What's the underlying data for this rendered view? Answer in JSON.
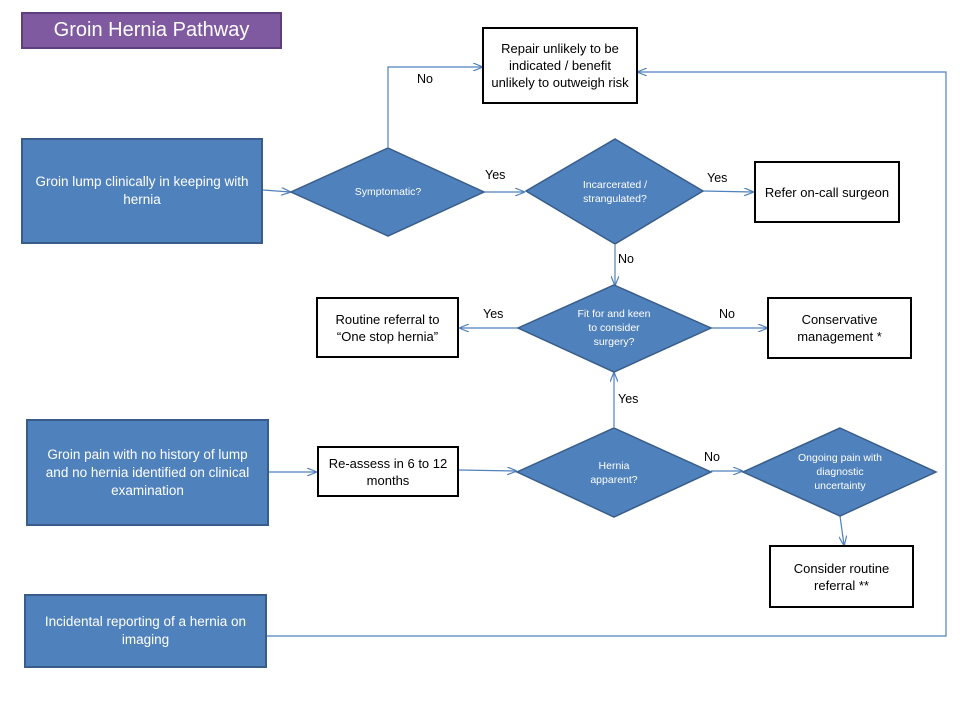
{
  "title": "Groin Hernia Pathway",
  "boxes": {
    "groin_lump": "Groin lump clinically in keeping with hernia",
    "groin_pain": "Groin pain with no history of lump and no hernia identified on clinical examination",
    "incidental": "Incidental reporting of a hernia on imaging",
    "repair_unlikely": "Repair unlikely to be indicated / benefit unlikely to outweigh risk",
    "refer_oncall": "Refer on-call surgeon",
    "routine_onestop": "Routine referral to “One stop hernia”",
    "conservative": "Conservative management *",
    "reassess": "Re-assess in 6 to 12 months",
    "consider_routine": "Consider routine referral **"
  },
  "decisions": {
    "symptomatic": "Symptomatic?",
    "incarcerated": "Incarcerated / strangulated?",
    "fit_keen": "Fit for and keen to consider surgery?",
    "hernia_apparent": "Hernia apparent?",
    "ongoing_pain": "Ongoing pain with diagnostic uncertainty"
  },
  "edges": {
    "symptomatic_no": "No",
    "symptomatic_yes": "Yes",
    "incarcerated_yes": "Yes",
    "incarcerated_no": "No",
    "fit_yes": "Yes",
    "fit_no": "No",
    "hernia_yes": "Yes",
    "hernia_no": "No"
  },
  "colors": {
    "blue_fill": "#4f81bd",
    "blue_border": "#385d8a",
    "title_fill": "#7f5aa0",
    "connector": "#4f81bd"
  }
}
